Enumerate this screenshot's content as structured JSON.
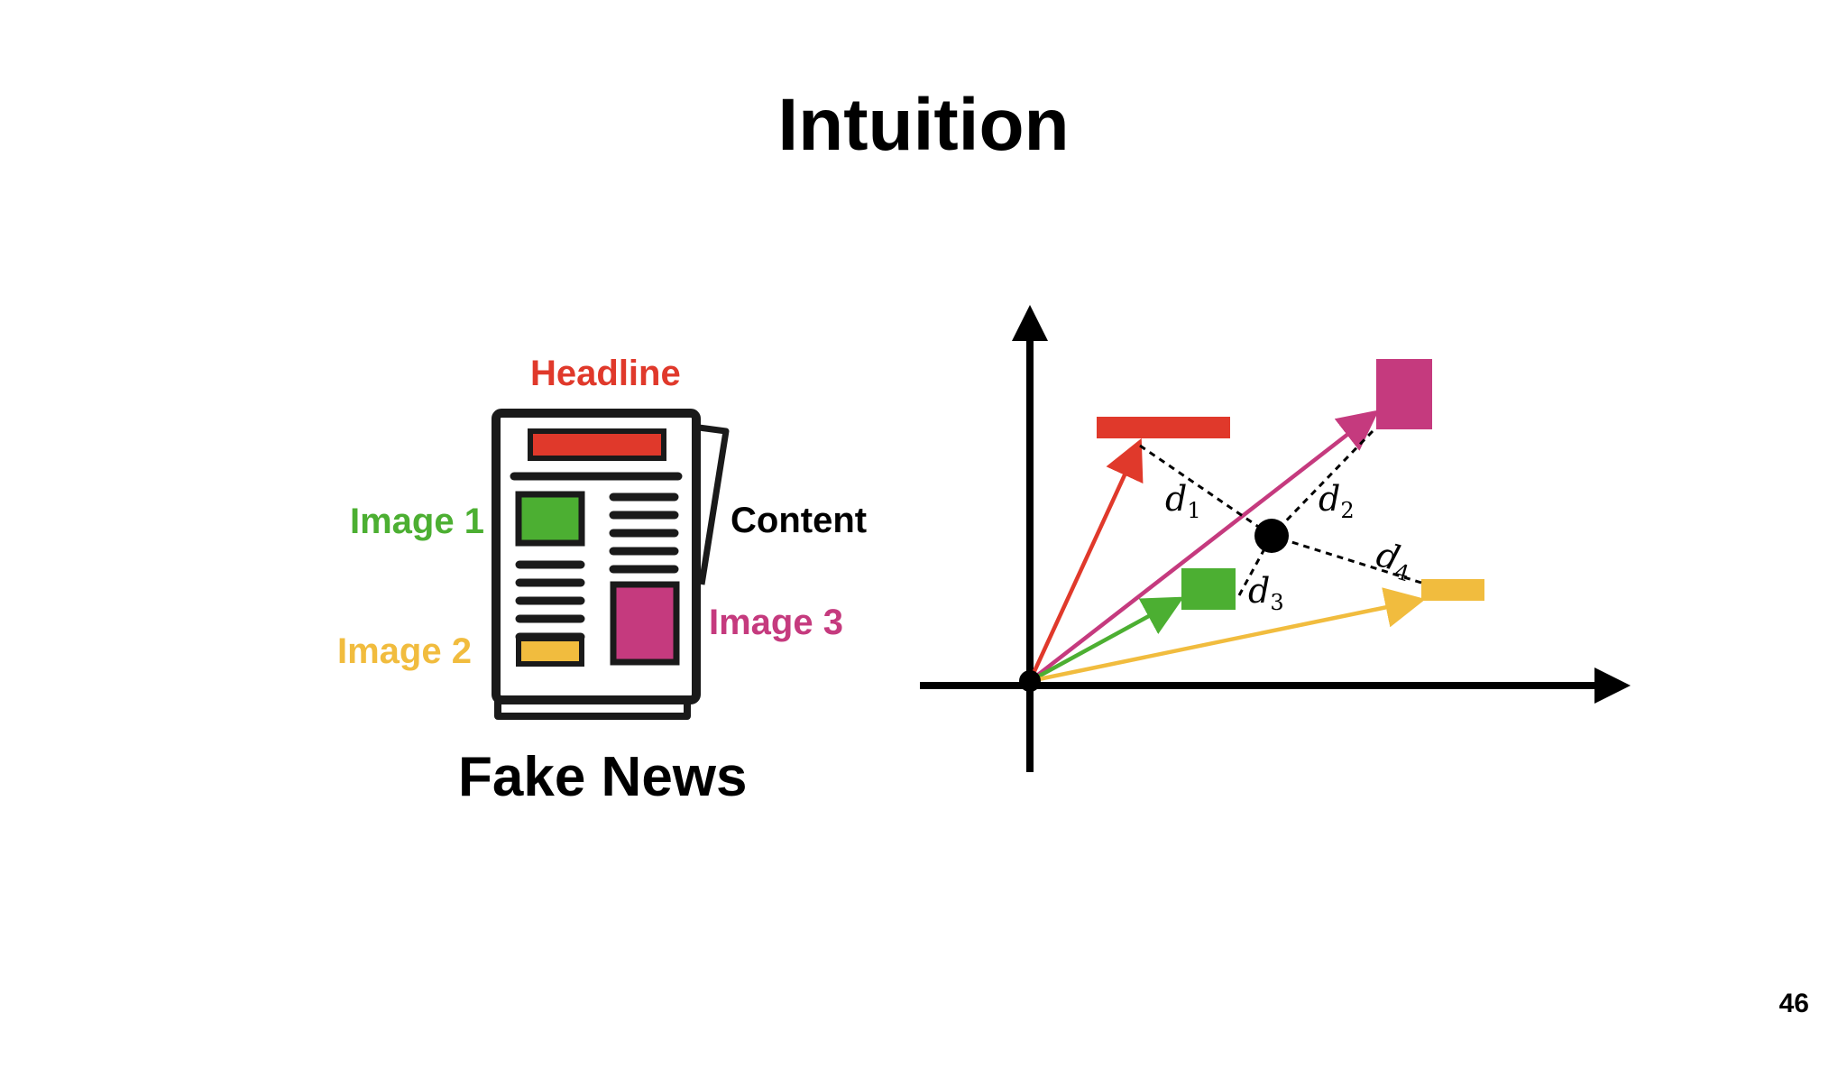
{
  "slide": {
    "title": "Intuition",
    "page_number": "46"
  },
  "newspaper": {
    "headline_label": "Headline",
    "image1_label": "Image 1",
    "image2_label": "Image 2",
    "image3_label": "Image 3",
    "content_label": "Content",
    "caption": "Fake News"
  },
  "embedding": {
    "distance_labels": [
      {
        "symbol": "d",
        "sub": "1"
      },
      {
        "symbol": "d",
        "sub": "2"
      },
      {
        "symbol": "d",
        "sub": "3"
      },
      {
        "symbol": "d",
        "sub": "4"
      }
    ]
  },
  "colors": {
    "headline": "#e0392b",
    "image1": "#4caf32",
    "image2": "#f1bc3e",
    "image3": "#c53a7e",
    "ink": "#000000"
  }
}
